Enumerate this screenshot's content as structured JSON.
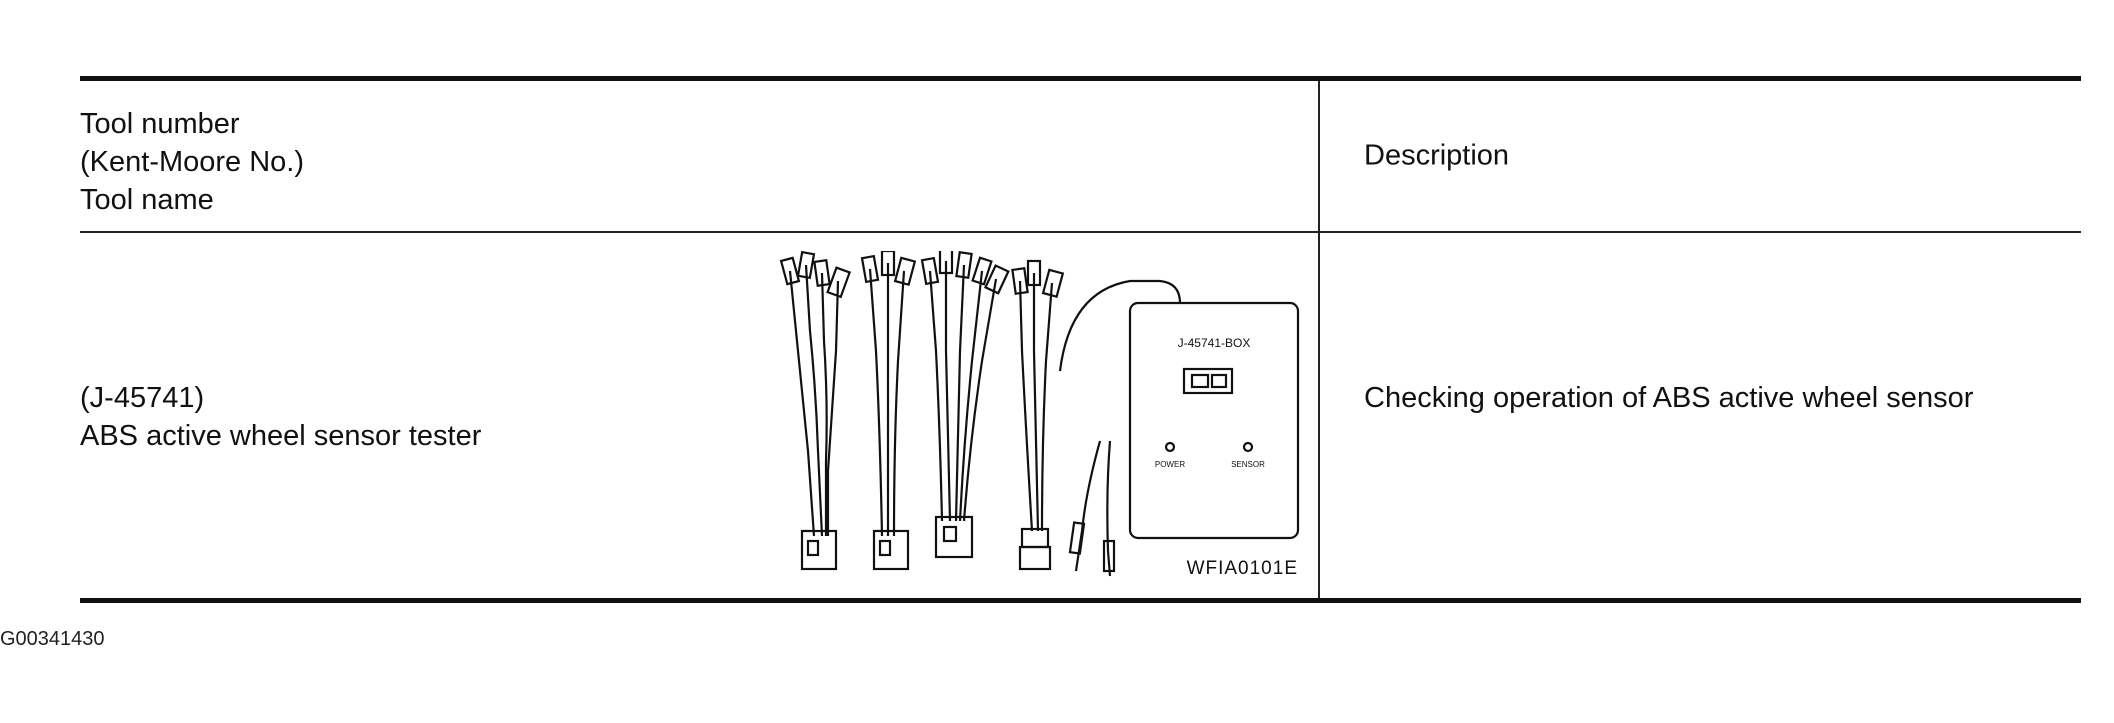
{
  "table": {
    "header": {
      "tool_lines": [
        "Tool number",
        "(Kent-Moore No.)",
        "Tool name"
      ],
      "description": "Description"
    },
    "rows": [
      {
        "tool_number": "(J-45741)",
        "tool_name": "ABS active wheel sensor tester",
        "description": "Checking operation of ABS active wheel sensor",
        "illustration": {
          "box_label": "J-45741-BOX",
          "power_label": "POWER",
          "sensor_label": "SENSOR",
          "figure_code": "WFIA0101E"
        }
      }
    ]
  },
  "doc_code": "G00341430"
}
